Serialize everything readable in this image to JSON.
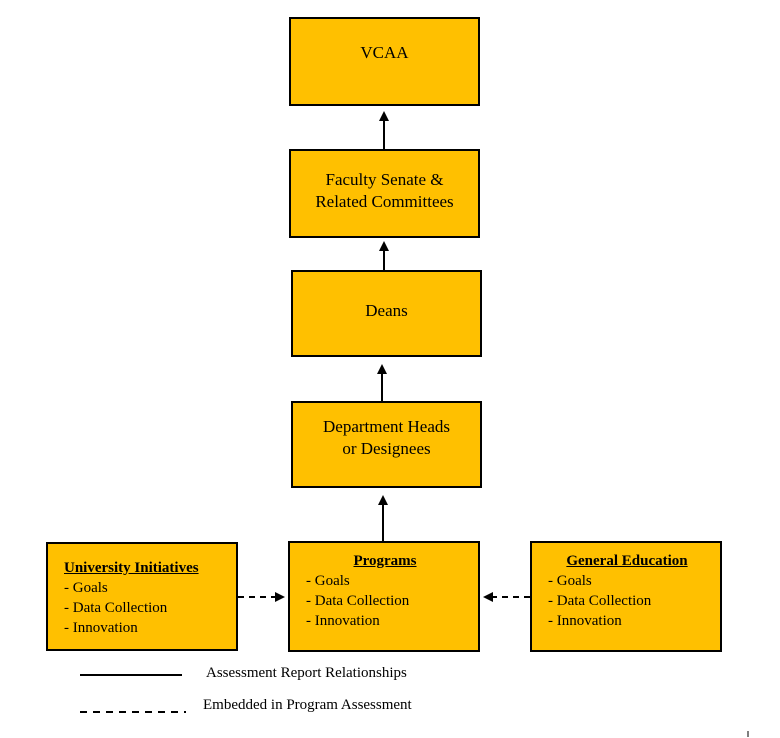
{
  "nodes": {
    "vcaa": {
      "label": "VCAA"
    },
    "faculty_senate": {
      "line1": "Faculty Senate &",
      "line2": "Related Committees"
    },
    "deans": {
      "label": "Deans"
    },
    "dept_heads": {
      "line1": "Department Heads",
      "line2": "or Designees"
    },
    "university_initiatives": {
      "title": "University Initiatives",
      "items": [
        "- Goals",
        "- Data Collection",
        "- Innovation"
      ]
    },
    "programs": {
      "title": "Programs",
      "items": [
        "- Goals",
        "- Data Collection",
        "- Innovation"
      ]
    },
    "general_education": {
      "title": "General Education",
      "items": [
        "- Goals",
        "- Data Collection",
        "- Innovation"
      ]
    }
  },
  "edges": [
    {
      "from": "faculty_senate",
      "to": "vcaa",
      "style": "solid"
    },
    {
      "from": "deans",
      "to": "faculty_senate",
      "style": "solid"
    },
    {
      "from": "dept_heads",
      "to": "deans",
      "style": "solid"
    },
    {
      "from": "programs",
      "to": "dept_heads",
      "style": "solid"
    },
    {
      "from": "university_initiatives",
      "to": "programs",
      "style": "dashed"
    },
    {
      "from": "general_education",
      "to": "programs",
      "style": "dashed"
    }
  ],
  "legend": {
    "solid_label": "Assessment Report Relationships",
    "dashed_label": "Embedded in Program Assessment"
  },
  "colors": {
    "box_fill": "#FFC000",
    "stroke": "#000000"
  }
}
